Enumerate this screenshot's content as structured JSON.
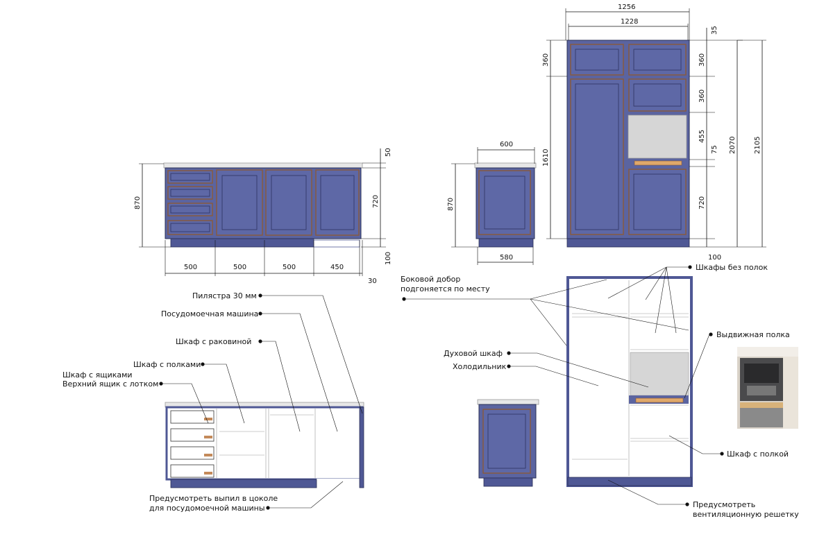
{
  "dimensions": {
    "island_height": "870",
    "island_top": "50",
    "island_body": "720",
    "island_plinth": "100",
    "island_w1": "500",
    "island_w2": "500",
    "island_w3": "500",
    "island_w4": "450",
    "island_side": "30",
    "single_width": "600",
    "single_height": "870",
    "single_base": "580",
    "tall_total_width": "1256",
    "tall_inner_width": "1228",
    "tall_top_offset": "35",
    "tall_top_left": "360",
    "tall_top_right": "360",
    "tall_left_body": "1610",
    "tall_mid_right": "360",
    "tall_oven": "455",
    "tall_shelf": "75",
    "tall_bottom_right": "720",
    "tall_h_inner": "2070",
    "tall_h_total": "2105",
    "tall_plinth": "100"
  },
  "callouts": {
    "pilaster": "Пилястра 30 мм",
    "dishwasher": "Посудомоечная машина",
    "sink_cabinet": "Шкаф с раковиной",
    "shelf_cabinet": "Шкаф с полками",
    "drawers_line1": "Шкаф с ящиками",
    "drawers_line2": "Верхний ящик с лотком",
    "plinth_cut_line1": "Предусмотреть выпил в цоколе",
    "plinth_cut_line2": "для посудомоечной машины",
    "side_filler_line1": "Боковой добор",
    "side_filler_line2": "подгоняется по месту",
    "no_shelves": "Шкафы без полок",
    "pullout_shelf": "Выдвижная полка",
    "oven_cabinet": "Духовой шкаф",
    "fridge": "Холодильник",
    "one_shelf": "Шкаф с полкой",
    "vent_line1": "Предусмотреть",
    "vent_line2": "вентиляционную решетку"
  },
  "colors": {
    "cabinet": "#5b64a0",
    "cabinet_edge": "#8a5a3a",
    "countertop": "#e7e7e7",
    "oven_niche": "#d6d6d6",
    "wood_shelf": "#e0a86a"
  },
  "photo": {
    "icon": "oven-photo-icon"
  }
}
